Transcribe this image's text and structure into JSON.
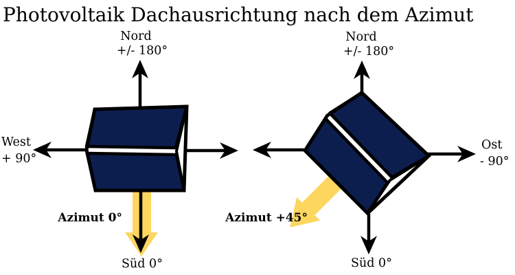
{
  "title": "Photovoltaik Dachausrichtung nach dem Azimut",
  "colors": {
    "roof_panel": "#0c1e4e",
    "azimuth_arrow": "#fcd65f",
    "line": "#000000",
    "background": "#ffffff",
    "gable": "#ffffff"
  },
  "diagram_left": {
    "roof_rotation_deg": 0,
    "north_label": "Nord",
    "north_value": "+/- 180°",
    "west_label": "West",
    "west_value": "+ 90°",
    "south_label": "Süd 0°",
    "azimuth_label": "Azimut 0°"
  },
  "diagram_right": {
    "roof_rotation_deg": 45,
    "north_label": "Nord",
    "north_value": "+/- 180°",
    "east_label": "Ost",
    "east_value": "- 90°",
    "south_label": "Süd 0°",
    "azimuth_label": "Azimut +45°"
  }
}
